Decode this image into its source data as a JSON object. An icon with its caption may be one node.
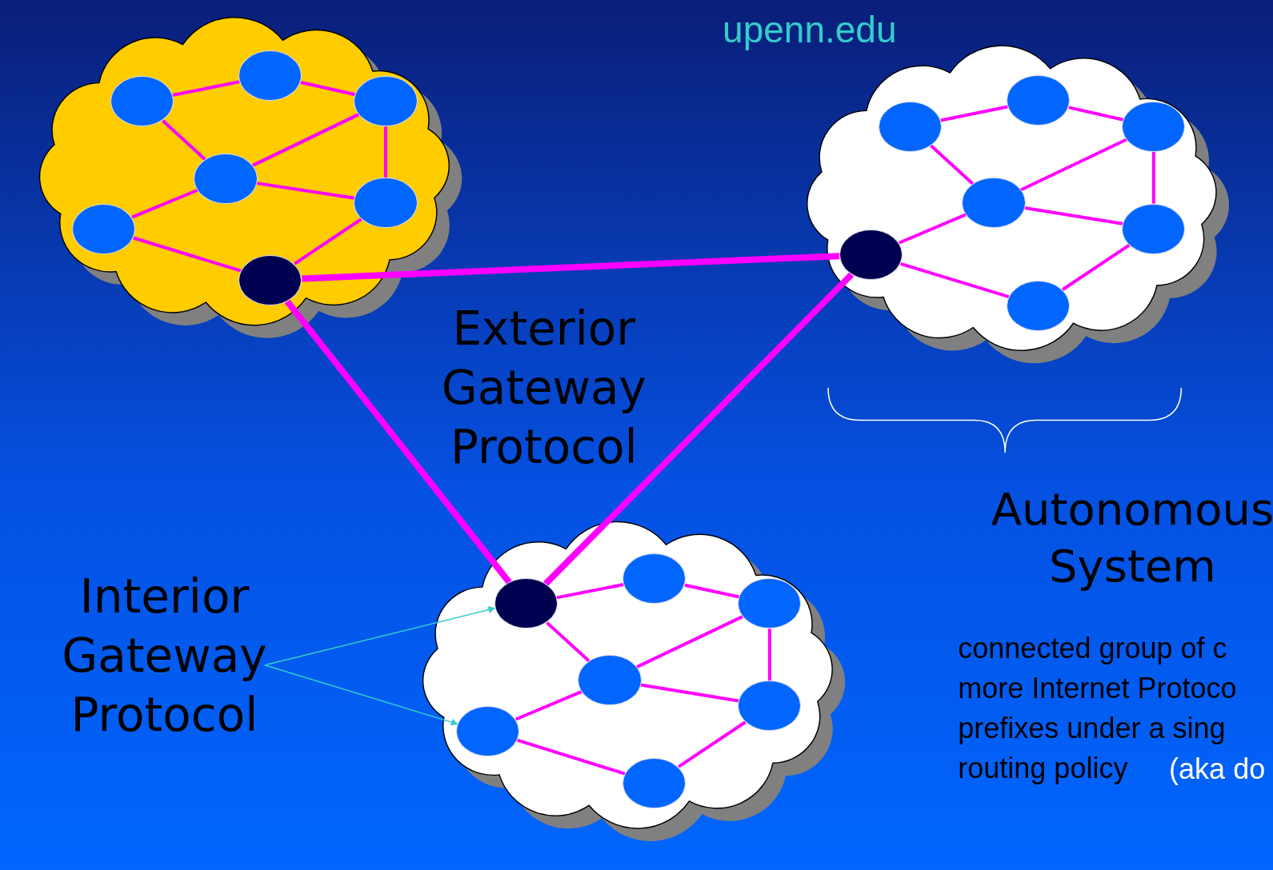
{
  "diagram": {
    "nodes": [
      {
        "text": [],
        "shape": "cloud"
      },
      {
        "text": [],
        "shape": "circle",
        "in": 0
      },
      {
        "text": [],
        "shape": "circle",
        "in": 0
      },
      {
        "text": [],
        "shape": "circle",
        "in": 0
      },
      {
        "text": [],
        "shape": "circle",
        "in": 0
      },
      {
        "text": [],
        "shape": "circle",
        "in": 0
      },
      {
        "text": [],
        "shape": "circle",
        "in": 0
      },
      {
        "text": [],
        "shape": "circle",
        "in": 0
      },
      {
        "text": [],
        "shape": "cloud"
      },
      {
        "text": [],
        "shape": "circle",
        "in": 8
      },
      {
        "text": [],
        "shape": "circle",
        "in": 8
      },
      {
        "text": [],
        "shape": "circle",
        "in": 8
      },
      {
        "text": [],
        "shape": "circle",
        "in": 8
      },
      {
        "text": [],
        "shape": "circle",
        "in": 8
      },
      {
        "text": [],
        "shape": "circle",
        "in": 8
      },
      {
        "text": [],
        "shape": "circle",
        "in": 8
      },
      {
        "text": [],
        "shape": "cloud"
      },
      {
        "text": [],
        "shape": "circle",
        "in": 16
      },
      {
        "text": [],
        "shape": "circle",
        "in": 16
      },
      {
        "text": [],
        "shape": "circle",
        "in": 16
      },
      {
        "text": [],
        "shape": "circle",
        "in": 16
      },
      {
        "text": [],
        "shape": "circle",
        "in": 16
      },
      {
        "text": [],
        "shape": "circle",
        "in": 16
      },
      {
        "text": [],
        "shape": "circle",
        "in": 16
      },
      {
        "text": [
          "Interior Gateway Protocol"
        ]
      }
    ],
    "edges": [
      {
        "from": 1,
        "to": 2,
        "arrow": "none"
      },
      {
        "from": 2,
        "to": 3,
        "arrow": "none"
      },
      {
        "from": 1,
        "to": 4,
        "arrow": "none"
      },
      {
        "from": 4,
        "to": 3,
        "arrow": "none"
      },
      {
        "from": 3,
        "to": 6,
        "arrow": "none"
      },
      {
        "from": 4,
        "to": 6,
        "arrow": "none"
      },
      {
        "from": 4,
        "to": 5,
        "arrow": "none"
      },
      {
        "from": 5,
        "to": 7,
        "arrow": "none"
      },
      {
        "from": 7,
        "to": 6,
        "arrow": "none"
      },
      {
        "from": 9,
        "to": 10,
        "arrow": "none"
      },
      {
        "from": 10,
        "to": 11,
        "arrow": "none"
      },
      {
        "from": 9,
        "to": 12,
        "arrow": "none"
      },
      {
        "from": 12,
        "to": 11,
        "arrow": "none"
      },
      {
        "from": 11,
        "to": 14,
        "arrow": "none"
      },
      {
        "from": 12,
        "to": 14,
        "arrow": "none"
      },
      {
        "from": 12,
        "to": 13,
        "arrow": "none"
      },
      {
        "from": 13,
        "to": 15,
        "arrow": "none"
      },
      {
        "from": 15,
        "to": 14,
        "arrow": "none"
      },
      {
        "from": 18,
        "to": 17,
        "arrow": "none"
      },
      {
        "from": 17,
        "to": 19,
        "arrow": "none"
      },
      {
        "from": 18,
        "to": 20,
        "arrow": "none"
      },
      {
        "from": 20,
        "to": 19,
        "arrow": "none"
      },
      {
        "from": 19,
        "to": 21,
        "arrow": "none"
      },
      {
        "from": 20,
        "to": 21,
        "arrow": "none"
      },
      {
        "from": 20,
        "to": 22,
        "arrow": "none"
      },
      {
        "from": 22,
        "to": 23,
        "arrow": "none"
      },
      {
        "from": 23,
        "to": 21,
        "arrow": "none"
      },
      {
        "from": 7,
        "to": 13,
        "arrow": "none",
        "style": "thick"
      },
      {
        "from": 7,
        "to": 18,
        "arrow": "none",
        "style": "thick"
      },
      {
        "from": 13,
        "to": 18,
        "arrow": "none",
        "style": "thick"
      },
      {
        "from": 24,
        "to": 18,
        "arrow": "to",
        "color": "#33cccc"
      },
      {
        "from": 24,
        "to": 22,
        "arrow": "to",
        "color": "#33cccc"
      }
    ],
    "labels": [
      "upenn.edu",
      "Exterior Gateway Protocol",
      "Autonomous System",
      "connected group of c more Internet Protoco prefixes under a sing routing policy",
      "(aka do"
    ]
  }
}
